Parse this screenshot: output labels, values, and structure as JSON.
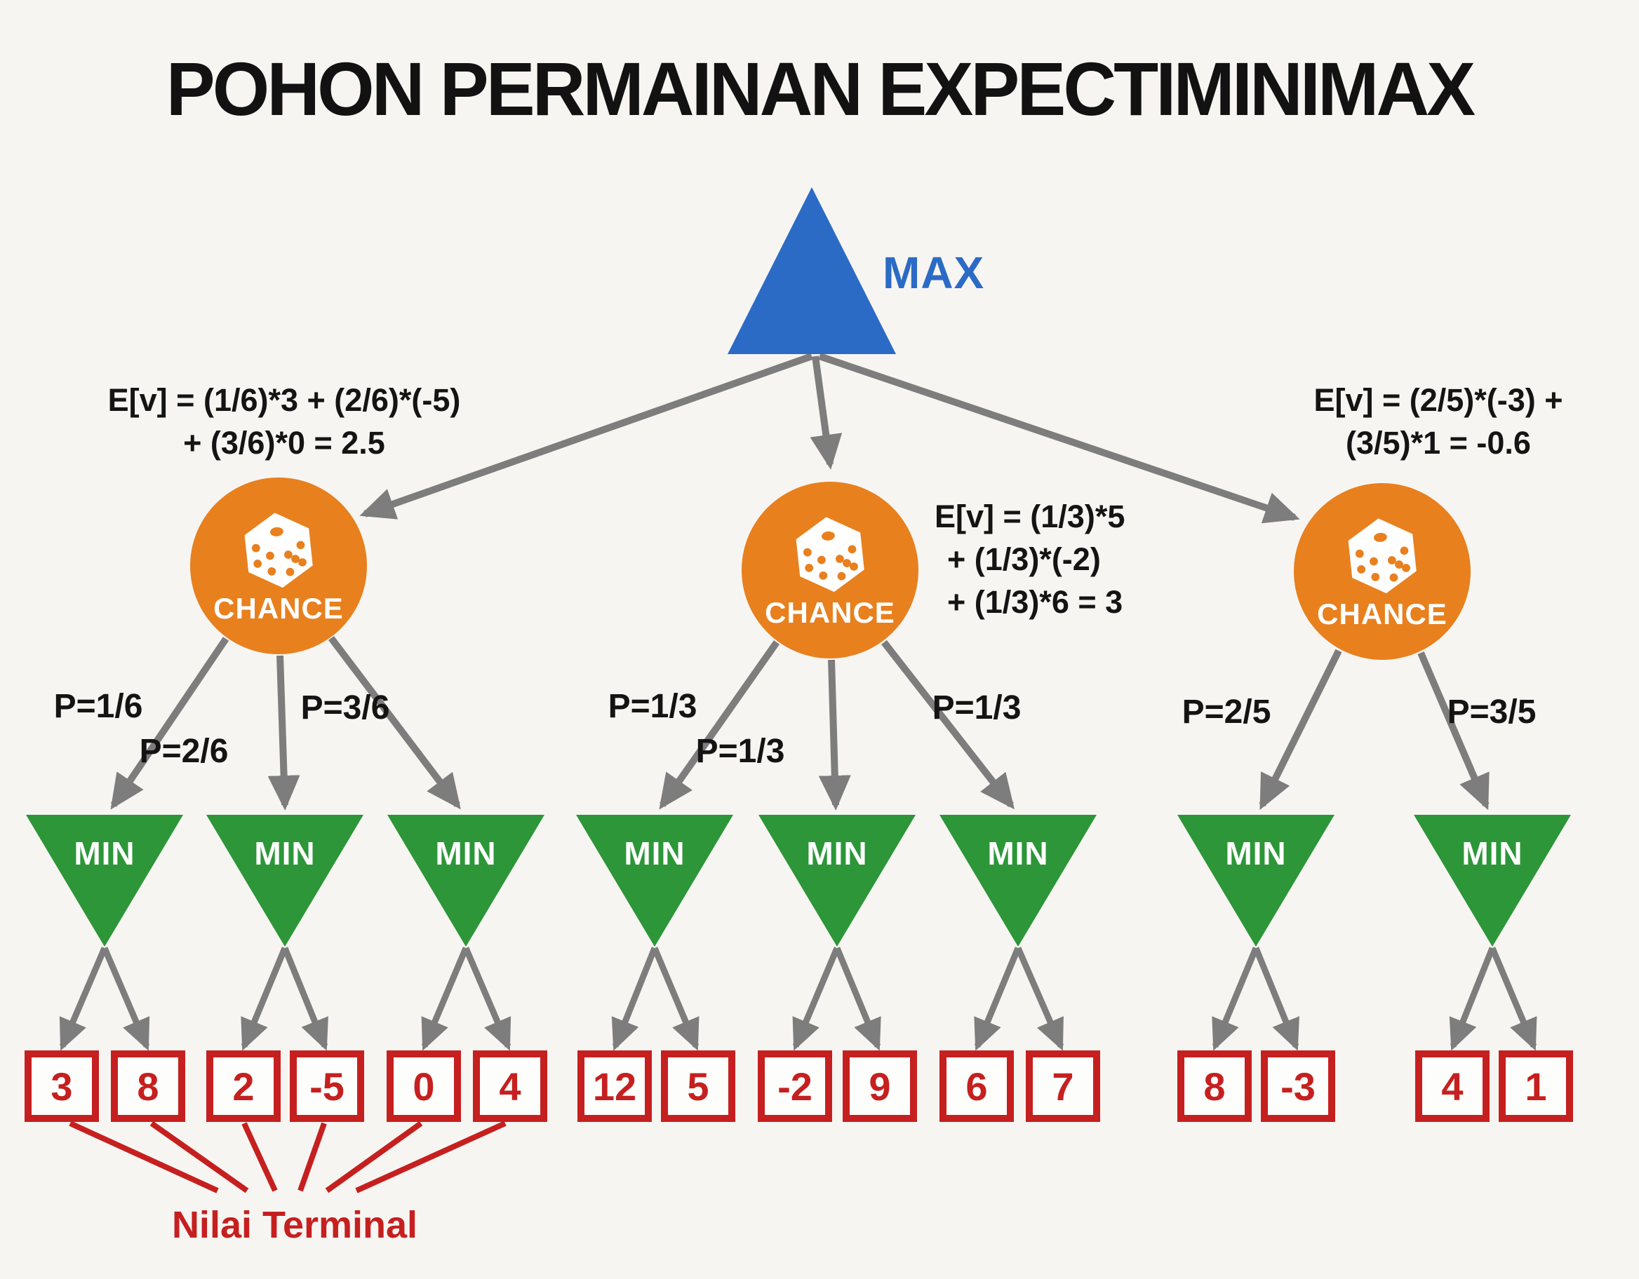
{
  "title": "POHON PERMAINAN EXPECTIMINIMAX",
  "root": {
    "label": "MAX"
  },
  "chance": {
    "label": "CHANCE"
  },
  "min": {
    "label": "MIN"
  },
  "annotations": {
    "left": {
      "lines": [
        "E[v] = (1/6)*3 + (2/6)*(-5)",
        "+ (3/6)*0 = 2.5"
      ]
    },
    "middle": {
      "lines": [
        "E[v] = (1/3)*5",
        "+ (1/3)*(-2)",
        "+ (1/3)*6 = 3"
      ]
    },
    "right": {
      "lines": [
        "E[v] = (2/5)*(-3) +",
        "(3/5)*1 = -0.6"
      ]
    }
  },
  "probabilities": [
    "P=1/6",
    "P=2/6",
    "P=3/6",
    "P=1/3",
    "P=1/3",
    "P=1/3",
    "P=2/5",
    "P=3/5"
  ],
  "terminals": {
    "label": "Nilai Terminal",
    "values": [
      "3",
      "8",
      "2",
      "-5",
      "0",
      "4",
      "12",
      "5",
      "-2",
      "9",
      "6",
      "7",
      "8",
      "-3",
      "4",
      "1"
    ]
  },
  "colors": {
    "max_blue": "#2c6bc5",
    "chance_orange": "#e8801e",
    "min_green": "#2c9638",
    "terminal_red": "#c5201f",
    "arrow_gray": "#7d7d7d",
    "background": "#f7f5f2",
    "text_black": "#141414"
  }
}
